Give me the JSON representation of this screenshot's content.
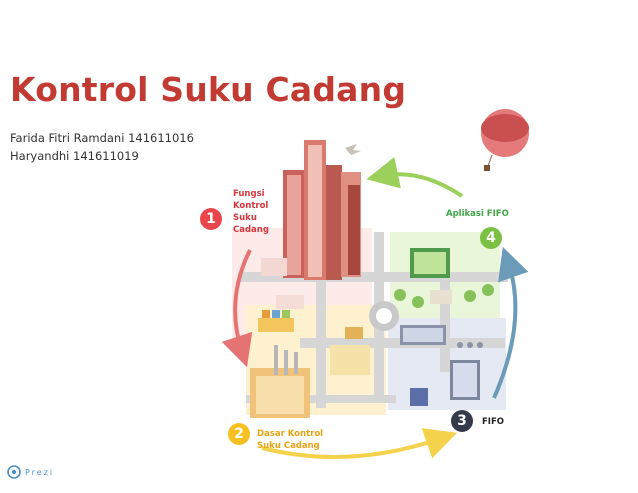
{
  "slide": {
    "title": "Kontrol Suku Cadang",
    "authors": [
      "Farida Fitri Ramdani  141611016",
      "Haryandhi 141611019"
    ]
  },
  "steps": [
    {
      "number": "1",
      "label": "Fungsi Kontrol Suku Cadang",
      "color": "#e9464b"
    },
    {
      "number": "2",
      "label": "Dasar Kontrol Suku Cadang",
      "color": "#f5c020"
    },
    {
      "number": "3",
      "label": "FIFO",
      "color": "#343a4a"
    },
    {
      "number": "4",
      "label": "Aplikasi FIFO",
      "color": "#7ac043"
    }
  ],
  "branding": {
    "logo_text": "Prezi",
    "logo_icon": "prezi-logo-icon"
  }
}
